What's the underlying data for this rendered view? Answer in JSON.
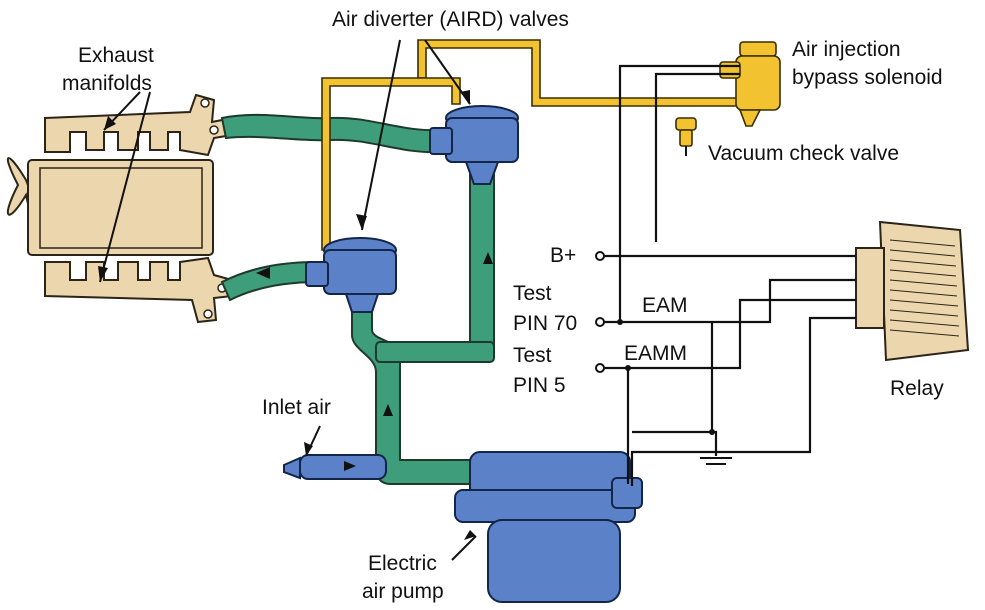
{
  "colors": {
    "hose": "#3e9d7a",
    "vacuum_line": "#f2c230",
    "component_blue": "#5b82c8",
    "manifold_tan": "#ecd6ad",
    "outline": "#111111"
  },
  "labels": {
    "aird": "Air diverter (AIRD) valves",
    "exhaust_line1": "Exhaust",
    "exhaust_line2": "manifolds",
    "solenoid_line1": "Air injection",
    "solenoid_line2": "bypass solenoid",
    "check_valve": "Vacuum check valve",
    "b_plus": "B+",
    "test70_line1": "Test",
    "test70_line2": "PIN 70",
    "eam": "EAM",
    "test5_line1": "Test",
    "test5_line2": "PIN 5",
    "eamm": "EAMM",
    "relay": "Relay",
    "inlet_air": "Inlet air",
    "pump_line1": "Electric",
    "pump_line2": "air pump"
  }
}
